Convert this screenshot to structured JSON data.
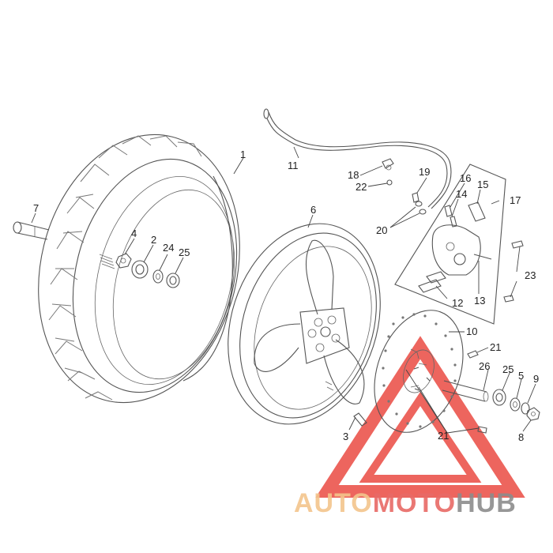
{
  "diagram": {
    "callouts": [
      {
        "id": "c1",
        "label": "1"
      },
      {
        "id": "c2",
        "label": "2"
      },
      {
        "id": "c3",
        "label": "3"
      },
      {
        "id": "c4",
        "label": "4"
      },
      {
        "id": "c5",
        "label": "5"
      },
      {
        "id": "c6",
        "label": "6"
      },
      {
        "id": "c7",
        "label": "7"
      },
      {
        "id": "c8",
        "label": "8"
      },
      {
        "id": "c9",
        "label": "9"
      },
      {
        "id": "c10",
        "label": "10"
      },
      {
        "id": "c11",
        "label": "11"
      },
      {
        "id": "c12",
        "label": "12"
      },
      {
        "id": "c13",
        "label": "13"
      },
      {
        "id": "c14",
        "label": "14"
      },
      {
        "id": "c15",
        "label": "15"
      },
      {
        "id": "c16",
        "label": "16"
      },
      {
        "id": "c17",
        "label": "17"
      },
      {
        "id": "c18",
        "label": "18"
      },
      {
        "id": "c19",
        "label": "19"
      },
      {
        "id": "c20",
        "label": "20"
      },
      {
        "id": "c21a",
        "label": "21"
      },
      {
        "id": "c21b",
        "label": "21"
      },
      {
        "id": "c22",
        "label": "22"
      },
      {
        "id": "c23",
        "label": "23"
      },
      {
        "id": "c24",
        "label": "24"
      },
      {
        "id": "c25a",
        "label": "25"
      },
      {
        "id": "c25b",
        "label": "25"
      },
      {
        "id": "c26",
        "label": "26"
      }
    ]
  },
  "watermark": {
    "part1": "AUTO",
    "part2": "MOTO",
    "part3": "HUB",
    "colors": {
      "part1": "#f2c48a",
      "part2": "#e86a66",
      "part3": "#8a8a8a",
      "triangle": "#e8453c"
    }
  }
}
